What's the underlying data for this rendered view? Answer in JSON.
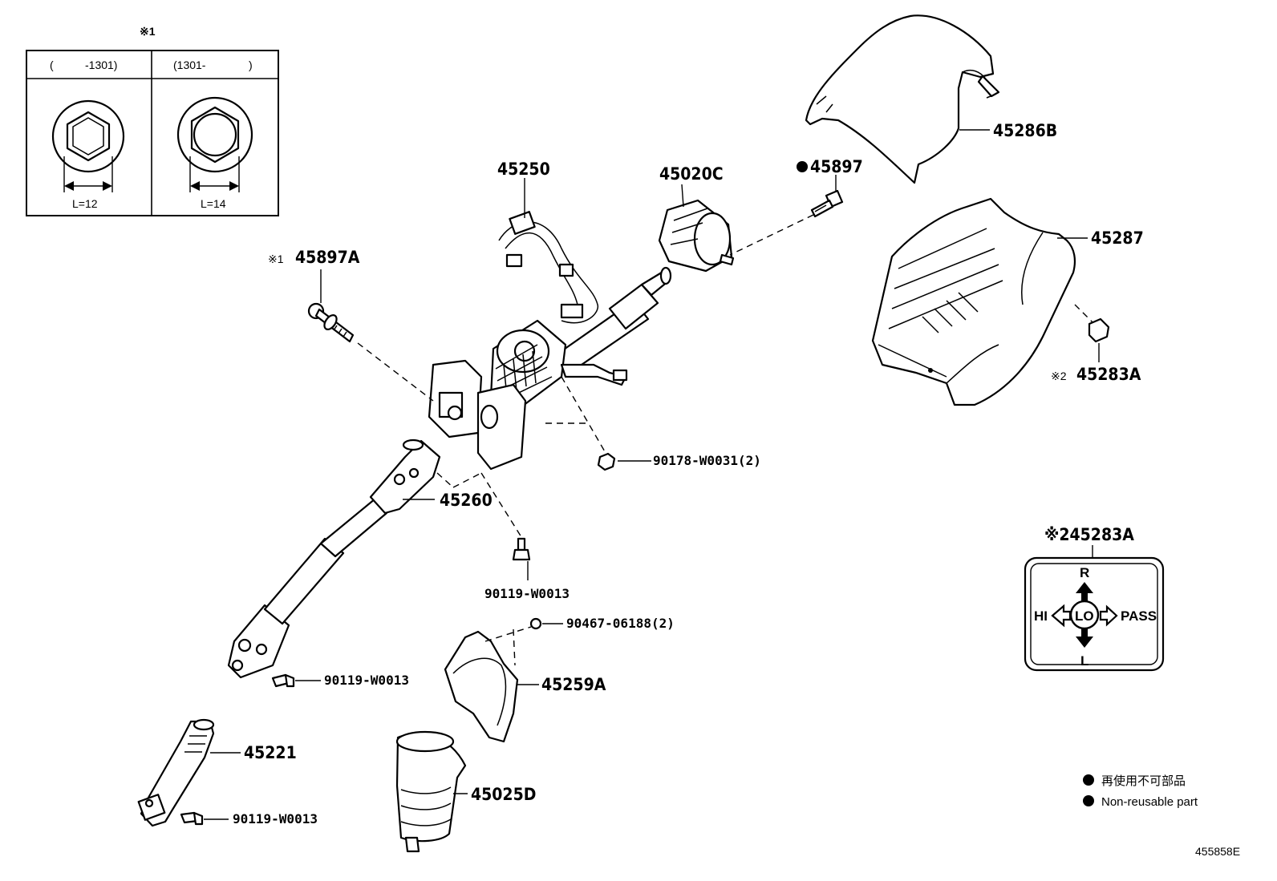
{
  "diagram_id": "455858E",
  "callouts": {
    "p45250": "45250",
    "p45020C": "45020C",
    "p45897": "45897",
    "p45286B": "45286B",
    "p45287": "45287",
    "p45283A": "45283A",
    "p45897A": "45897A",
    "p45260": "45260",
    "p90178": "90178-W0031(2)",
    "p90119_a": "90119-W0013",
    "p90467": "90467-06188(2)",
    "p90119_b": "90119-W0013",
    "p45259A": "45259A",
    "p45221": "45221",
    "p45025D": "45025D",
    "p90119_c": "90119-W0013"
  },
  "note_marks": {
    "note1": "※1",
    "note2": "※2"
  },
  "inset1": {
    "title": "※1",
    "col_left_header_open": "(",
    "col_left_header": "-1301)",
    "col_right_header": "(1301-",
    "col_right_header_close": ")",
    "left_dim": "L=12",
    "right_dim": "L=14"
  },
  "inset2": {
    "title": "※245283A",
    "top": "R",
    "bottom": "L",
    "left": "HI",
    "center": "LO",
    "right": "PASS"
  },
  "legend": {
    "jp": "再使用不可部品",
    "en": "Non-reusable part"
  }
}
